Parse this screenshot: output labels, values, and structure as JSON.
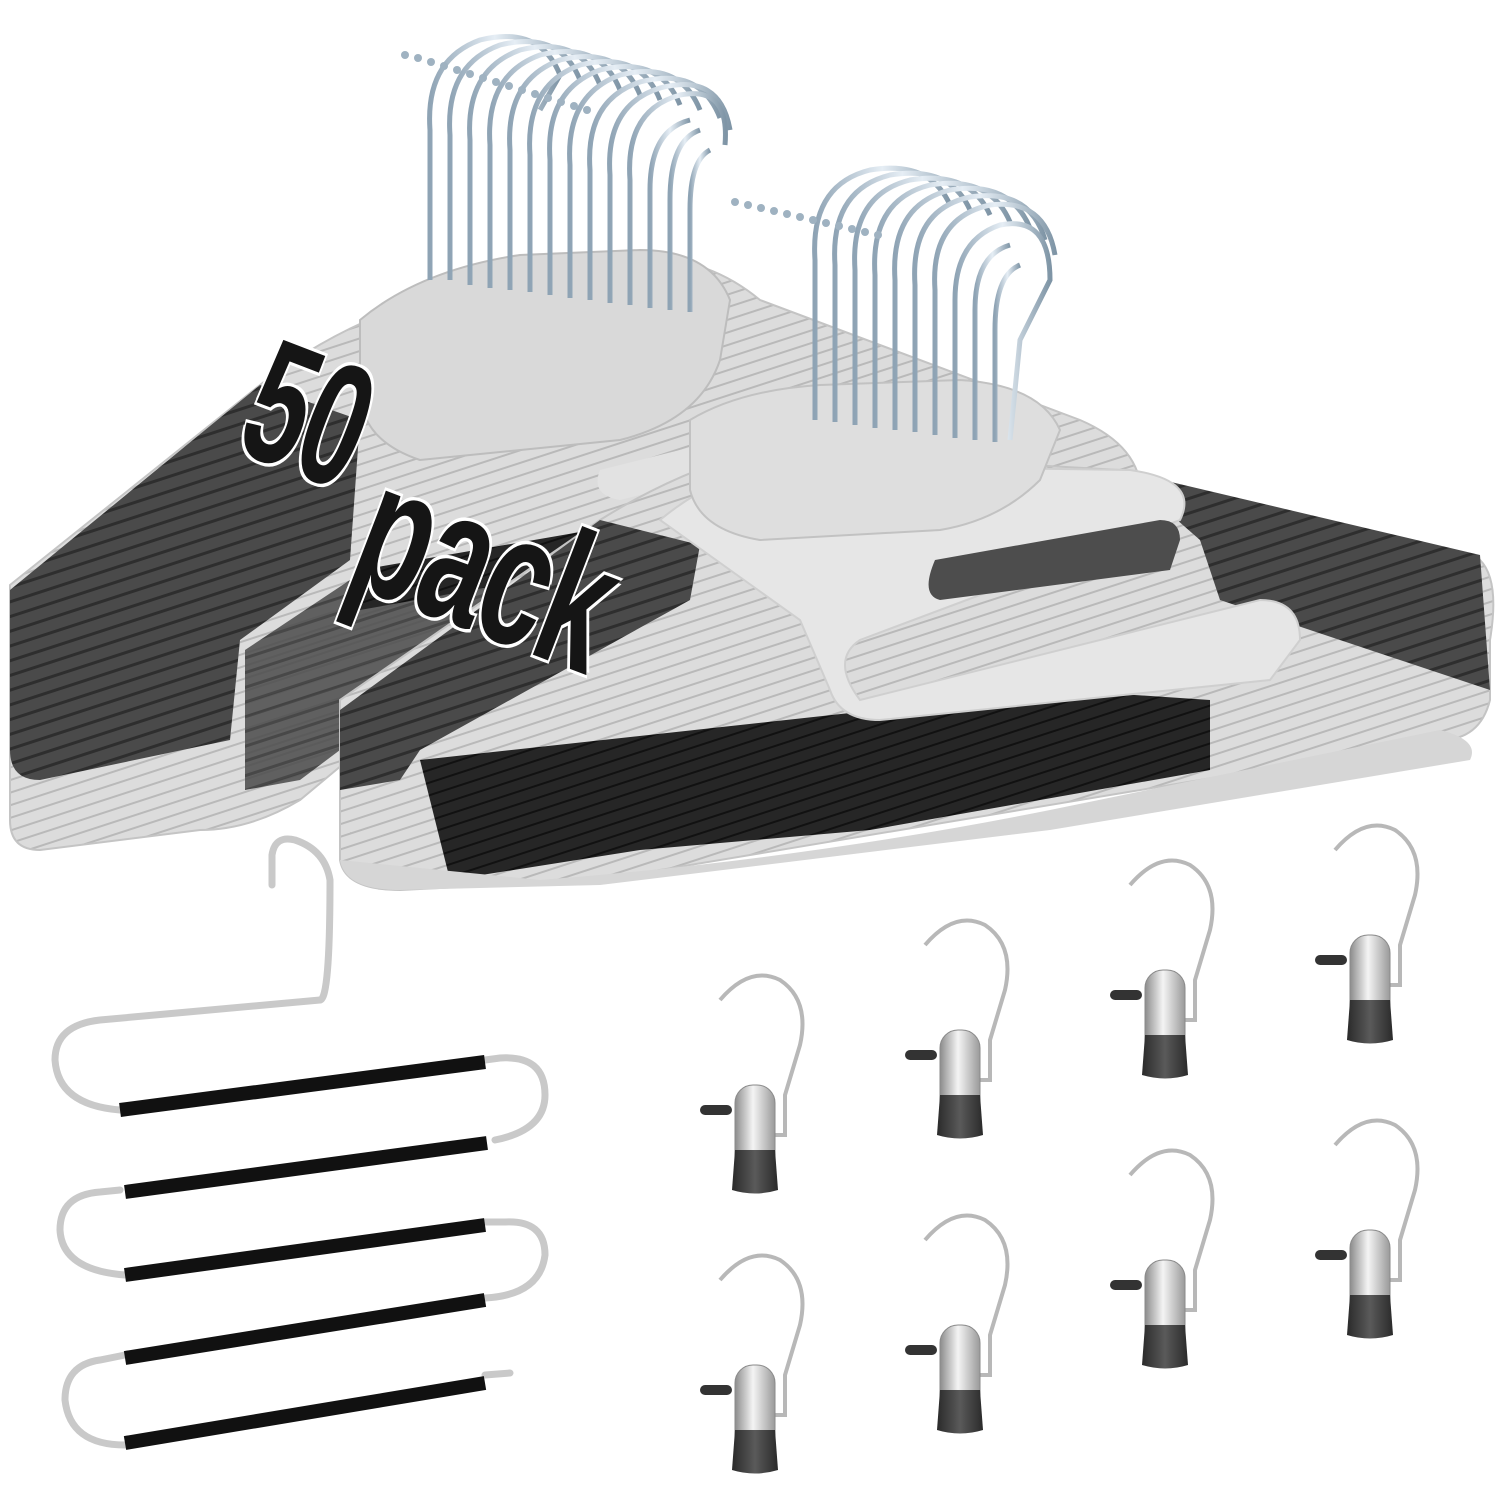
{
  "image": {
    "description": "Product photo of a clothes hanger set on white background",
    "background": "#ffffff"
  },
  "label": {
    "quantity": "50",
    "unit": "pack",
    "text_color": "#151515",
    "outline_color": "#ffffff"
  },
  "products": {
    "plastic_hangers": {
      "stacks": 2,
      "body_color": "#d8d8d8",
      "grip_color": "#4a4a4a",
      "hook_color": "#a9bccb"
    },
    "pants_hanger": {
      "tiers": 5,
      "wire_color": "#c8c8c8",
      "foam_color": "#141414"
    },
    "clip_hooks": {
      "count": 8,
      "body_color": "#d0d0d0",
      "base_color": "#3c3c3c"
    }
  }
}
